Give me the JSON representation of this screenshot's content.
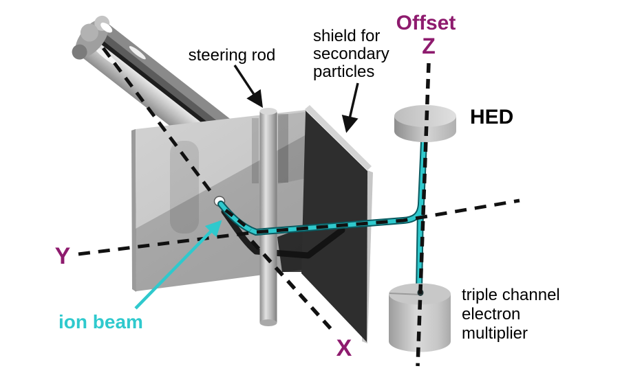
{
  "labels": {
    "steering_rod": "steering rod",
    "shield": [
      "shield for",
      "secondary",
      "particles"
    ],
    "offset": "Offset",
    "z_axis": "Z",
    "y_axis": "Y",
    "x_axis": "X",
    "hed": "HED",
    "ion_beam": "ion beam",
    "multiplier": [
      "triple channel",
      "electron",
      "multiplier"
    ]
  },
  "colors": {
    "axis_label_magenta": "#8e1b6e",
    "ion_beam_cyan": "#2fc9cd",
    "ion_beam_outline": "#0a5a60",
    "shield_face": "#2e2e2e",
    "label_black": "#000000",
    "background": "#ffffff"
  }
}
